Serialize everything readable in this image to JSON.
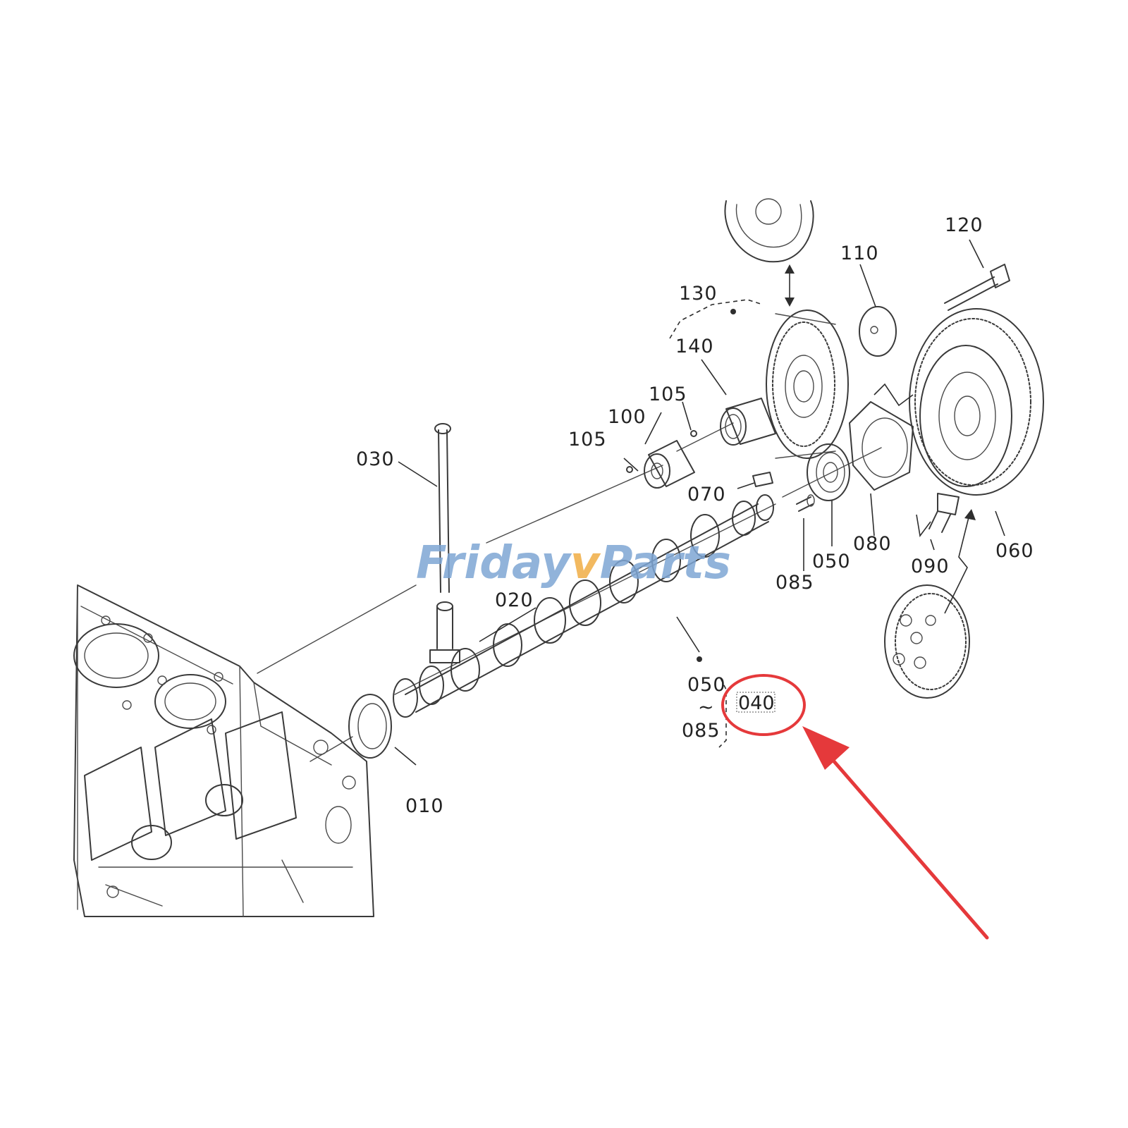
{
  "watermark": {
    "left": "Friday",
    "mark": "v",
    "right": "Parts"
  },
  "labels": {
    "p010": "010",
    "p020": "020",
    "p030": "030",
    "p040": "040",
    "p050a": "050",
    "p050b": "050",
    "p060": "060",
    "p070": "070",
    "p080": "080",
    "p085a": "085",
    "p085b": "085",
    "p090": "090",
    "p100": "100",
    "p105a": "105",
    "p105b": "105",
    "p110": "110",
    "p120": "120",
    "p130": "130",
    "p140": "140",
    "tilde": "~"
  },
  "highlight": {
    "color": "#e5393b",
    "target": "040"
  }
}
